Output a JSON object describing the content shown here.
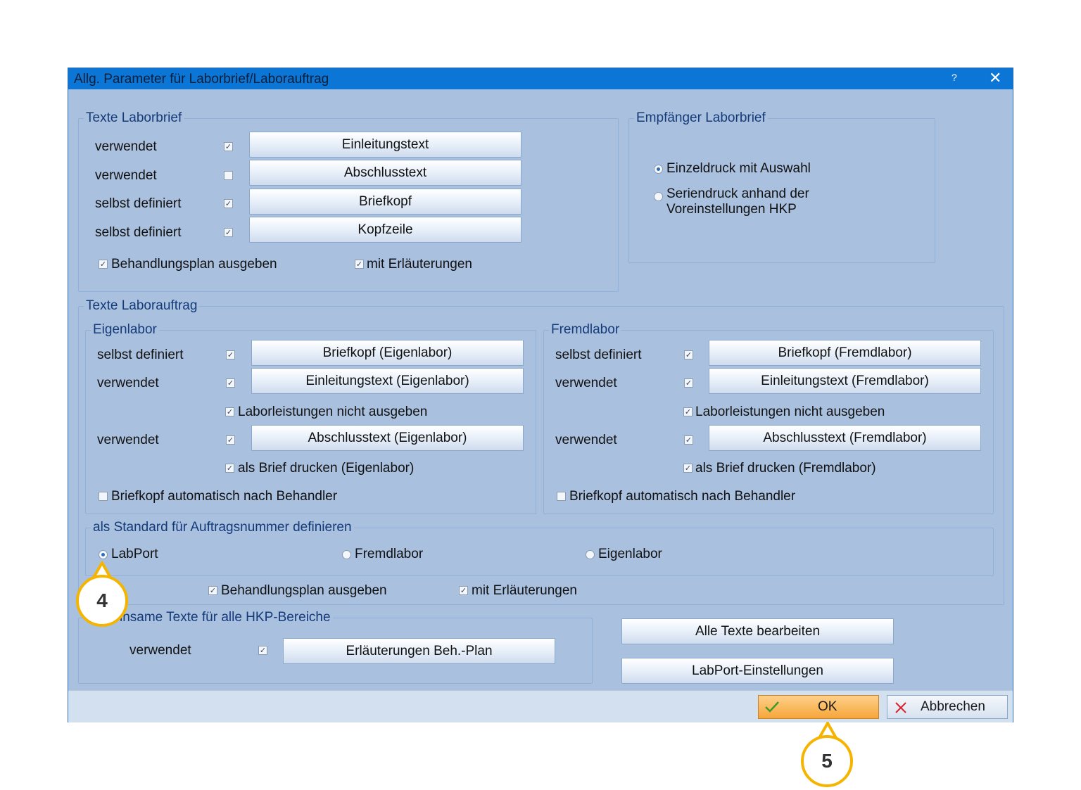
{
  "window": {
    "title": "Allg. Parameter für Laborbrief/Laborauftrag",
    "help": "?",
    "close": "✕"
  },
  "texte_laborbrief": {
    "legend": "Texte Laborbrief",
    "rows": [
      {
        "label": "verwendet",
        "checked": true,
        "button": "Einleitungstext"
      },
      {
        "label": "verwendet",
        "checked": false,
        "button": "Abschlusstext"
      },
      {
        "label": "selbst definiert",
        "checked": true,
        "button": "Briefkopf"
      },
      {
        "label": "selbst definiert",
        "checked": true,
        "button": "Kopfzeile"
      }
    ],
    "behandlungsplan": {
      "label": "Behandlungsplan ausgeben",
      "checked": true
    },
    "erlaeuterungen": {
      "label": "mit Erläuterungen",
      "checked": true
    }
  },
  "empfaenger": {
    "legend": "Empfänger Laborbrief",
    "option1": "Einzeldruck mit Auswahl",
    "option2_line1": "Seriendruck anhand der",
    "option2_line2": "Voreinstellungen HKP",
    "selected": 1
  },
  "texte_laborauftrag": {
    "legend": "Texte Laborauftrag",
    "eigenlabor": {
      "legend": "Eigenlabor",
      "briefkopf_label": "selbst definiert",
      "briefkopf_button": "Briefkopf (Eigenlabor)",
      "einleitung_label": "verwendet",
      "einleitung_button": "Einleitungstext (Eigenlabor)",
      "laborleistungen": "Laborleistungen nicht ausgeben",
      "abschluss_label": "verwendet",
      "abschluss_button": "Abschlusstext (Eigenlabor)",
      "als_brief": "als Brief drucken (Eigenlabor)",
      "auto_briefkopf": "Briefkopf automatisch nach Behandler"
    },
    "fremdlabor": {
      "legend": "Fremdlabor",
      "briefkopf_label": "selbst definiert",
      "briefkopf_button": "Briefkopf (Fremdlabor)",
      "einleitung_label": "verwendet",
      "einleitung_button": "Einleitungstext (Fremdlabor)",
      "laborleistungen": "Laborleistungen nicht ausgeben",
      "abschluss_label": "verwendet",
      "abschluss_button": "Abschlusstext (Fremdlabor)",
      "als_brief": "als Brief drucken (Fremdlabor)",
      "auto_briefkopf": "Briefkopf automatisch nach Behandler"
    },
    "standard": {
      "legend": "als Standard für Auftragsnummer definieren",
      "options": [
        "LabPort",
        "Fremdlabor",
        "Eigenlabor"
      ],
      "selected": "LabPort"
    },
    "behandlungsplan": "Behandlungsplan ausgeben",
    "erlaeuterungen": "mit Erläuterungen"
  },
  "gemeinsame": {
    "legend": "insame Texte für alle HKP-Bereiche",
    "label": "verwendet",
    "button": "Erläuterungen Beh.-Plan"
  },
  "side_buttons": {
    "alle_texte": "Alle Texte bearbeiten",
    "labport": "LabPort-Einstellungen"
  },
  "footer": {
    "ok": "OK",
    "cancel": "Abbrechen"
  },
  "callouts": {
    "c4": "4",
    "c5": "5"
  },
  "colors": {
    "title_bar": "#0b76d6",
    "dialog_bg": "#a9c0df",
    "legend_text": "#143a78",
    "callout_ring": "#f4b400",
    "ok_button": "#f6a63a"
  }
}
